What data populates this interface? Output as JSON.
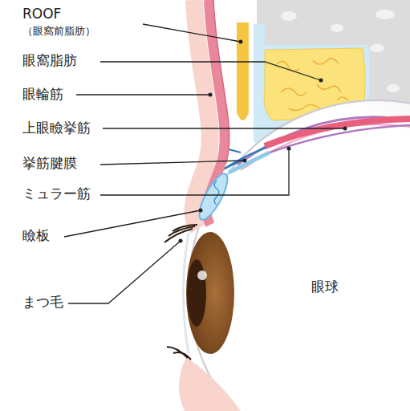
{
  "diagram": {
    "labels": [
      "ROOF",
      "（眼窩前脂肪）",
      "眼窩脂肪",
      "眼輪筋",
      "上眼瞼挙筋",
      "挙筋腱膜",
      "ミュラー筋",
      "瞼板",
      "まつ毛",
      "眼球"
    ]
  }
}
